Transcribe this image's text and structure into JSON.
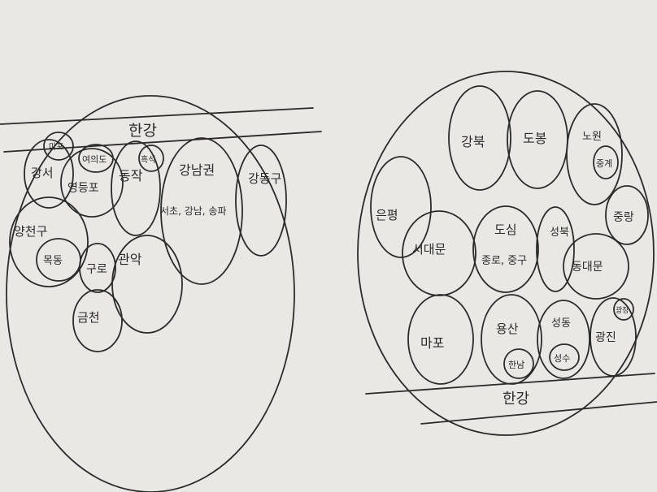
{
  "south_map": {
    "river": "한강",
    "districts": {
      "gangseo": "강서",
      "mapo_corner": "마포",
      "yeongdeungpo": "영등포",
      "yeongdeungpo_part": "여의도",
      "dongjak": "동작",
      "dongjak_part": "흑석",
      "gangnam_region": "강남권",
      "gangnam_sub": "서초, 강남, 송파",
      "gangdong": "강동구",
      "yangcheon": "양천구",
      "mokdong": "목동",
      "guro": "구로",
      "gwanak": "관악",
      "geumcheon": "금천"
    }
  },
  "north_map": {
    "river": "한강",
    "districts": {
      "gangbuk": "강북",
      "dobong": "도봉",
      "nowon": "노원",
      "nowon_part": "중계",
      "eunpyeong": "은평",
      "seodaemun": "서대문",
      "dosim": "도심",
      "jongno_junggu": "종로, 중구",
      "seongbuk": "성북",
      "jungnang": "중랑",
      "dongdaemun": "동대문",
      "mapo": "마포",
      "yongsan": "용산",
      "yongsan_part": "한남",
      "seongdong": "성동",
      "seongdong_part": "성수",
      "gwangjin": "광진",
      "gwangjin_part": "광장"
    }
  }
}
